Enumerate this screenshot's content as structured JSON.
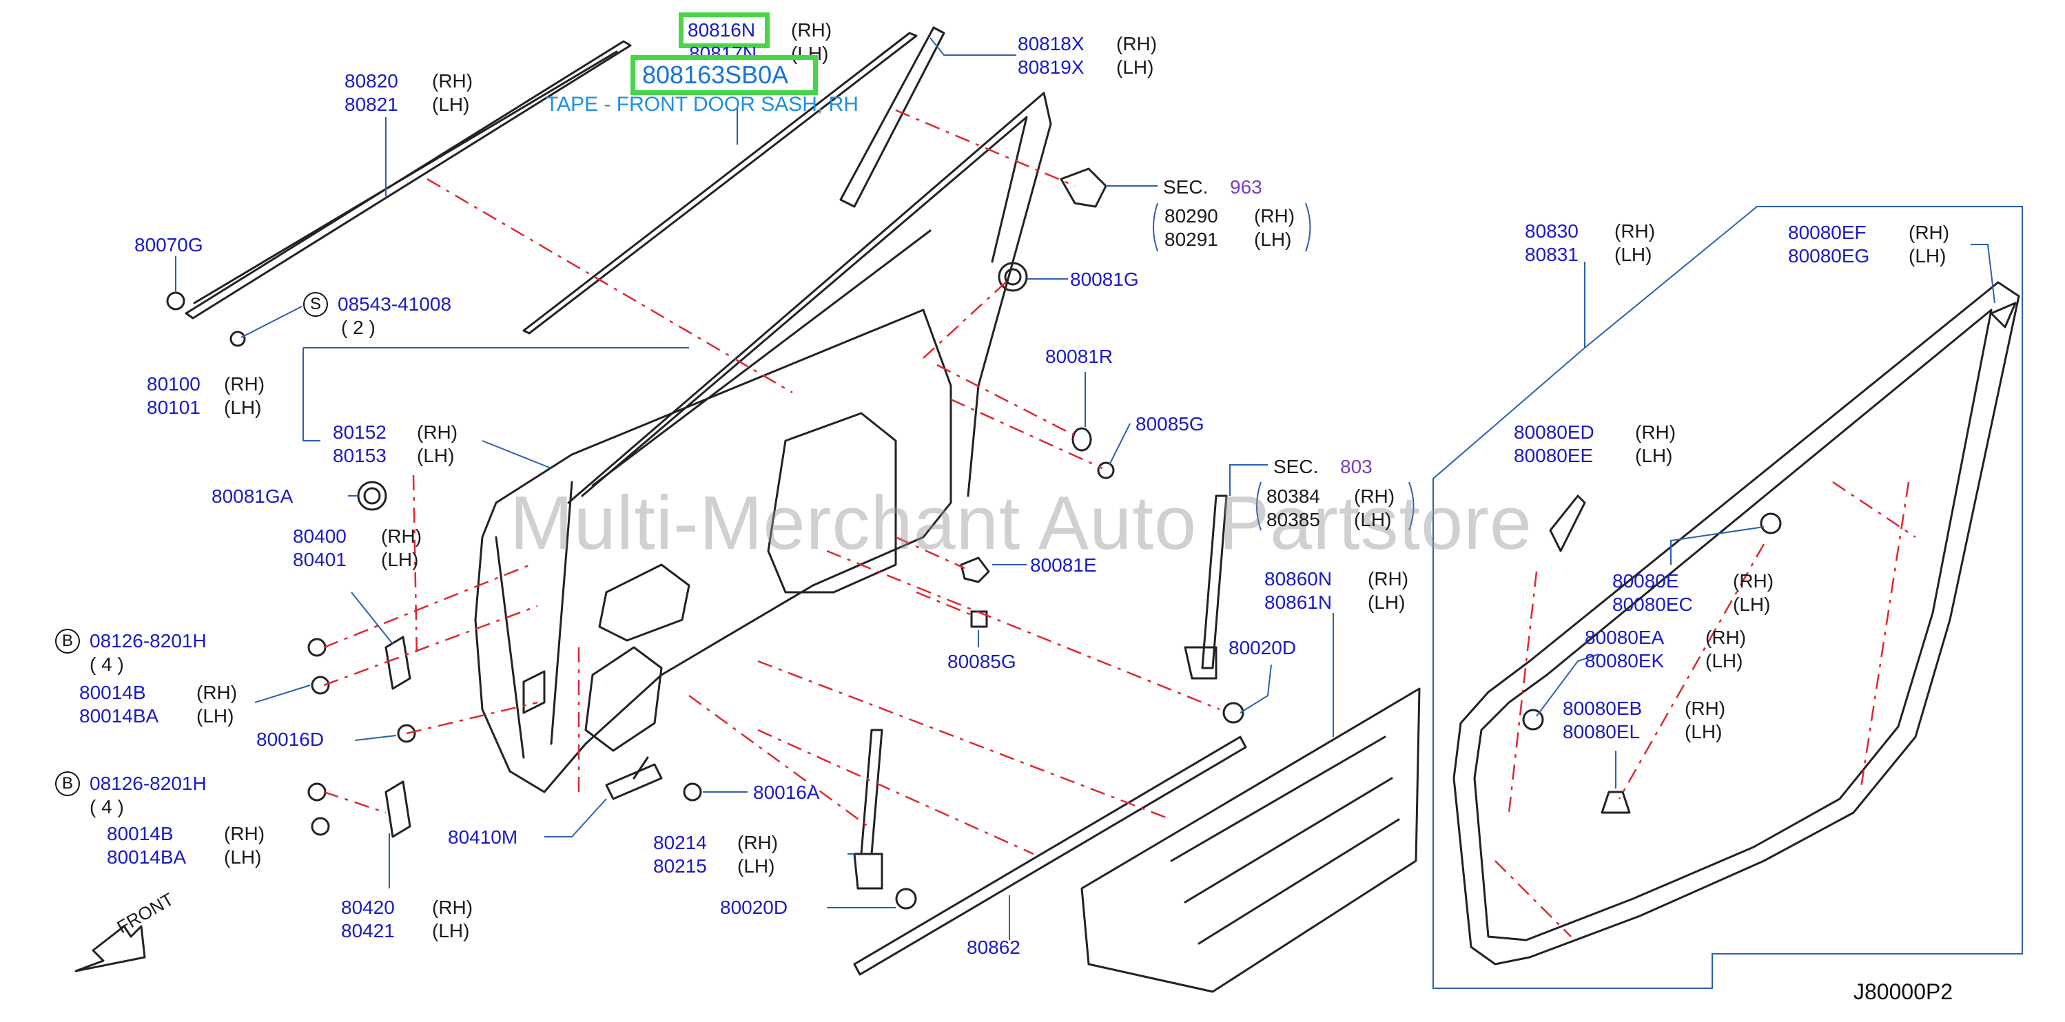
{
  "colors": {
    "label_blue": "#1a1ac8",
    "leader_blue": "#2a5fb0",
    "dash_red": "#e0262e",
    "line_art": "#222222",
    "highlight_green": "#48d548",
    "section_purple": "#7a3fb8",
    "tape_blue": "#1d8fe6"
  },
  "side_rh": "(RH)",
  "side_lh": "(LH)",
  "watermark": "Multi-Merchant Auto Partstore",
  "diagram_code": "J80000P2",
  "front_label": "FRONT",
  "highlight": {
    "part_80816N": "80816N",
    "selected_part": "808163SB0A",
    "selected_desc": "TAPE - FRONT DOOR SASH, RH"
  },
  "parts": {
    "p80817N": "80817N",
    "p80818X": "80818X",
    "p80819X": "80819X",
    "p80820": "80820",
    "p80821": "80821",
    "p80070G": "80070G",
    "bolt_s_code": "08543-41008",
    "bolt_s_qty": "( 2 )",
    "p80100": "80100",
    "p80101": "80101",
    "p80152": "80152",
    "p80153": "80153",
    "p80081GA": "80081GA",
    "p80400": "80400",
    "p80401": "80401",
    "bolt_b_code": "08126-8201H",
    "bolt_b_qty": "( 4 )",
    "p80014B": "80014B",
    "p80014BA": "80014BA",
    "p80016D": "80016D",
    "p80410M": "80410M",
    "p80016A": "80016A",
    "p80214": "80214",
    "p80215": "80215",
    "p80420": "80420",
    "p80421": "80421",
    "p80020D": "80020D",
    "p80862": "80862",
    "p80081G": "80081G",
    "p80081R": "80081R",
    "p80085G": "80085G",
    "p80081E": "80081E",
    "sec": "SEC.",
    "sec963": "963",
    "sec803": "803",
    "p80290": "80290",
    "p80291": "80291",
    "p80384": "80384",
    "p80385": "80385",
    "p80860N": "80860N",
    "p80861N": "80861N",
    "p80830": "80830",
    "p80831": "80831",
    "p80080EF": "80080EF",
    "p80080EG": "80080EG",
    "p80080ED": "80080ED",
    "p80080EE": "80080EE",
    "p80080E": "80080E",
    "p80080EC": "80080EC",
    "p80080EA": "80080EA",
    "p80080EK": "80080EK",
    "p80080EB": "80080EB",
    "p80080EL": "80080EL",
    "circle_s": "S",
    "circle_b": "B"
  }
}
